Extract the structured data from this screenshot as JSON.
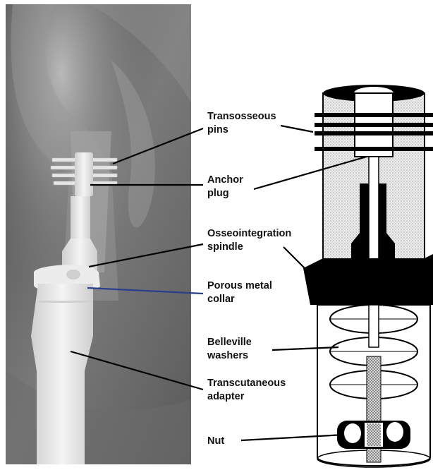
{
  "labels": {
    "transosseous_pins": [
      "Transosseous",
      "pins"
    ],
    "anchor_plug": [
      "Anchor",
      "plug"
    ],
    "osseointegration_spindle": [
      "Osseointegration",
      "spindle"
    ],
    "porous_metal_collar": [
      "Porous metal",
      "collar"
    ],
    "belleville_washers": [
      "Belleville",
      "washers"
    ],
    "transcutaneous_adapter": [
      "Transcutaneous",
      "adapter"
    ],
    "nut": [
      "Nut"
    ]
  }
}
